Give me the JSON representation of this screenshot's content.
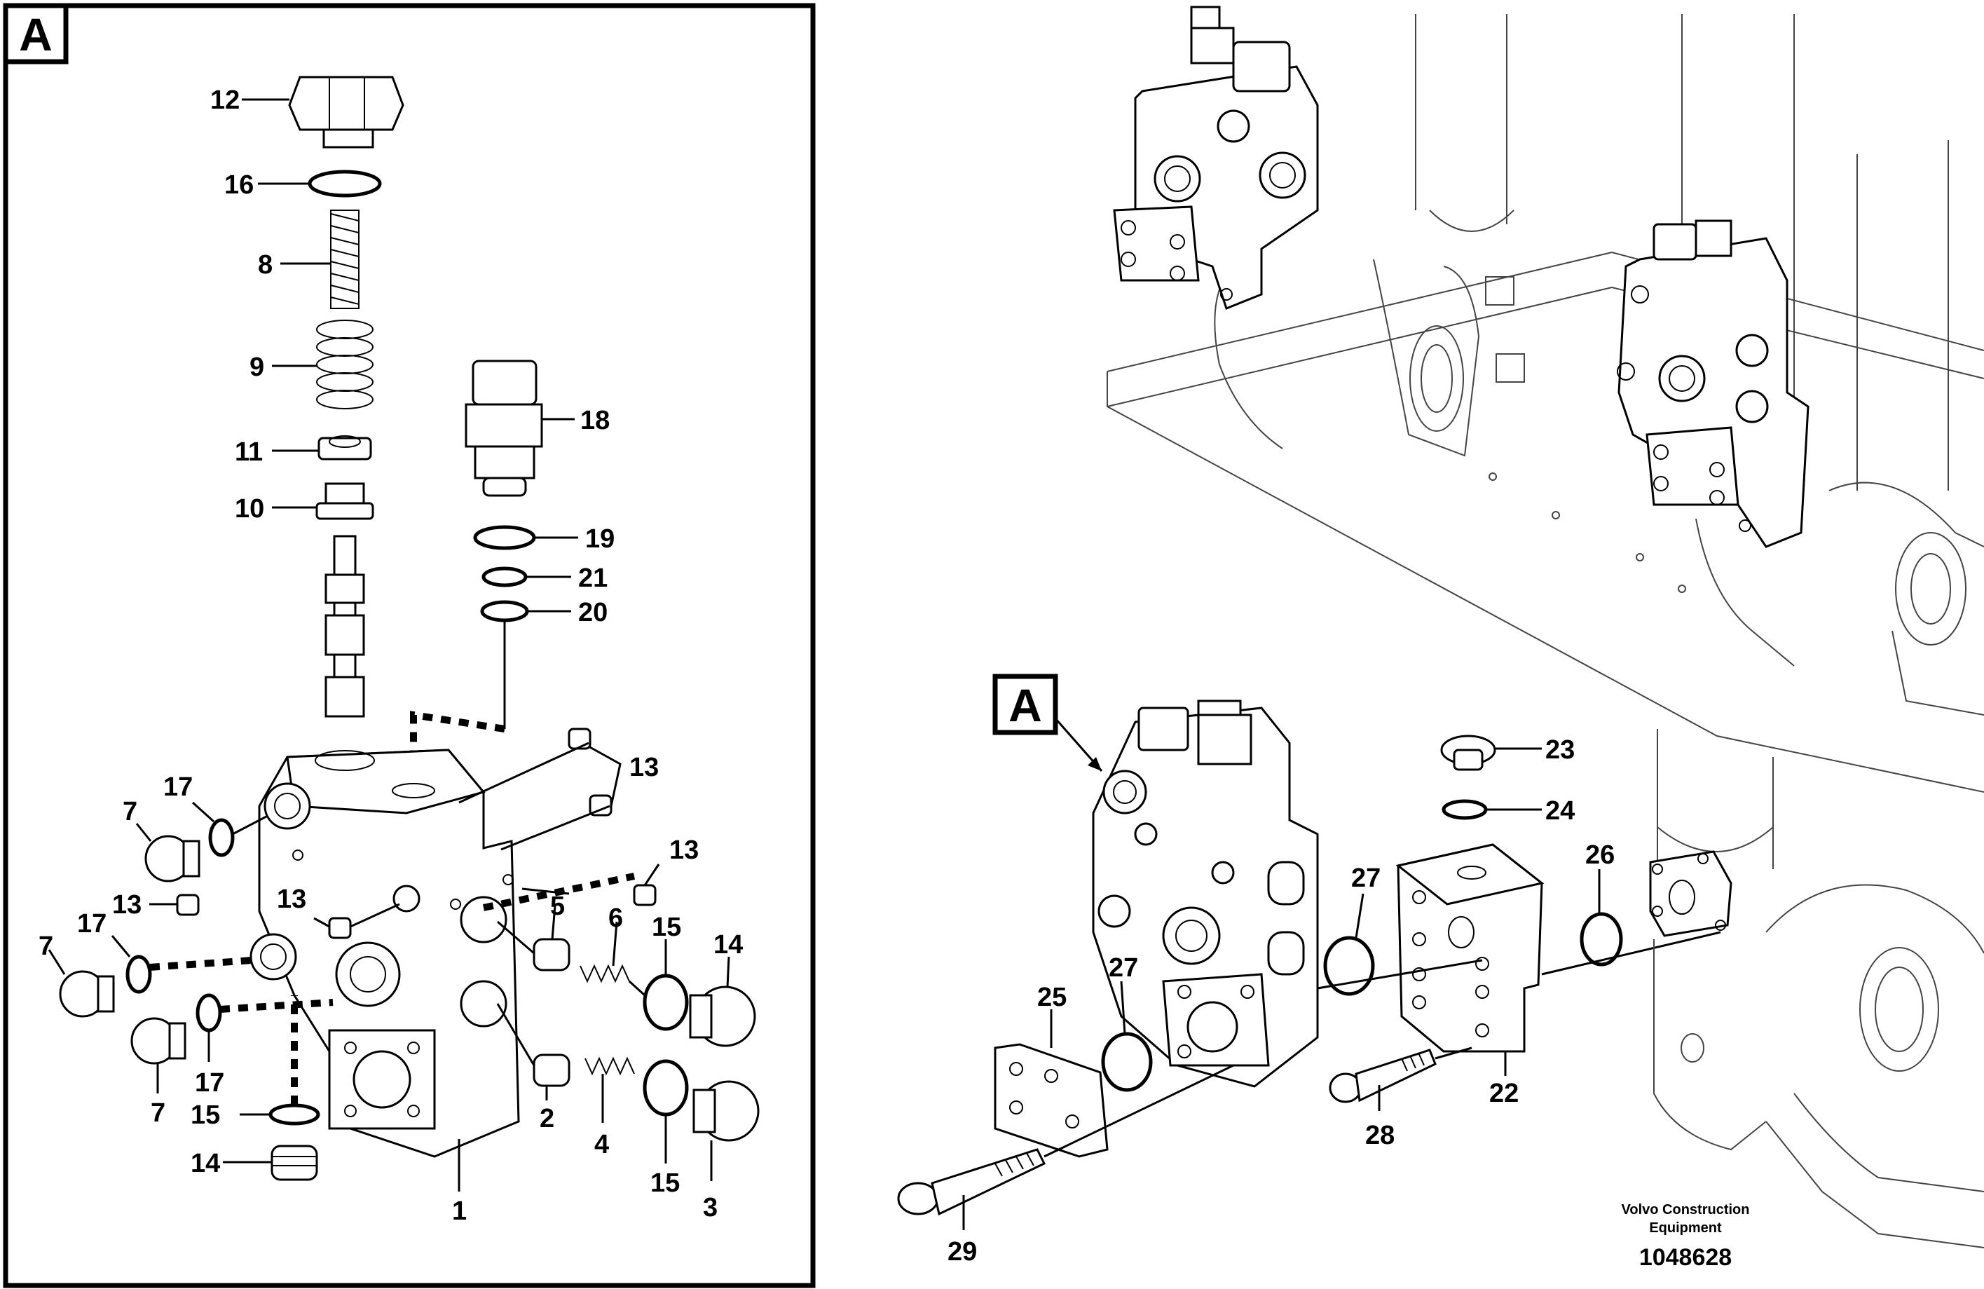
{
  "detail_letter": "A",
  "credit": {
    "line1": "Volvo Construction",
    "line2": "Equipment",
    "doc_number": "1048628"
  },
  "callouts": {
    "c1": "1",
    "c2": "2",
    "c3": "3",
    "c4": "4",
    "c5": "5",
    "c6": "6",
    "c7": "7",
    "c8": "8",
    "c9": "9",
    "c10": "10",
    "c11": "11",
    "c12": "12",
    "c13": "13",
    "c14": "14",
    "c15": "15",
    "c16": "16",
    "c17": "17",
    "c18": "18",
    "c19": "19",
    "c20": "20",
    "c21": "21",
    "c22": "22",
    "c23": "23",
    "c24": "24",
    "c25": "25",
    "c26": "26",
    "c27": "27",
    "c28": "28",
    "c29": "29"
  }
}
